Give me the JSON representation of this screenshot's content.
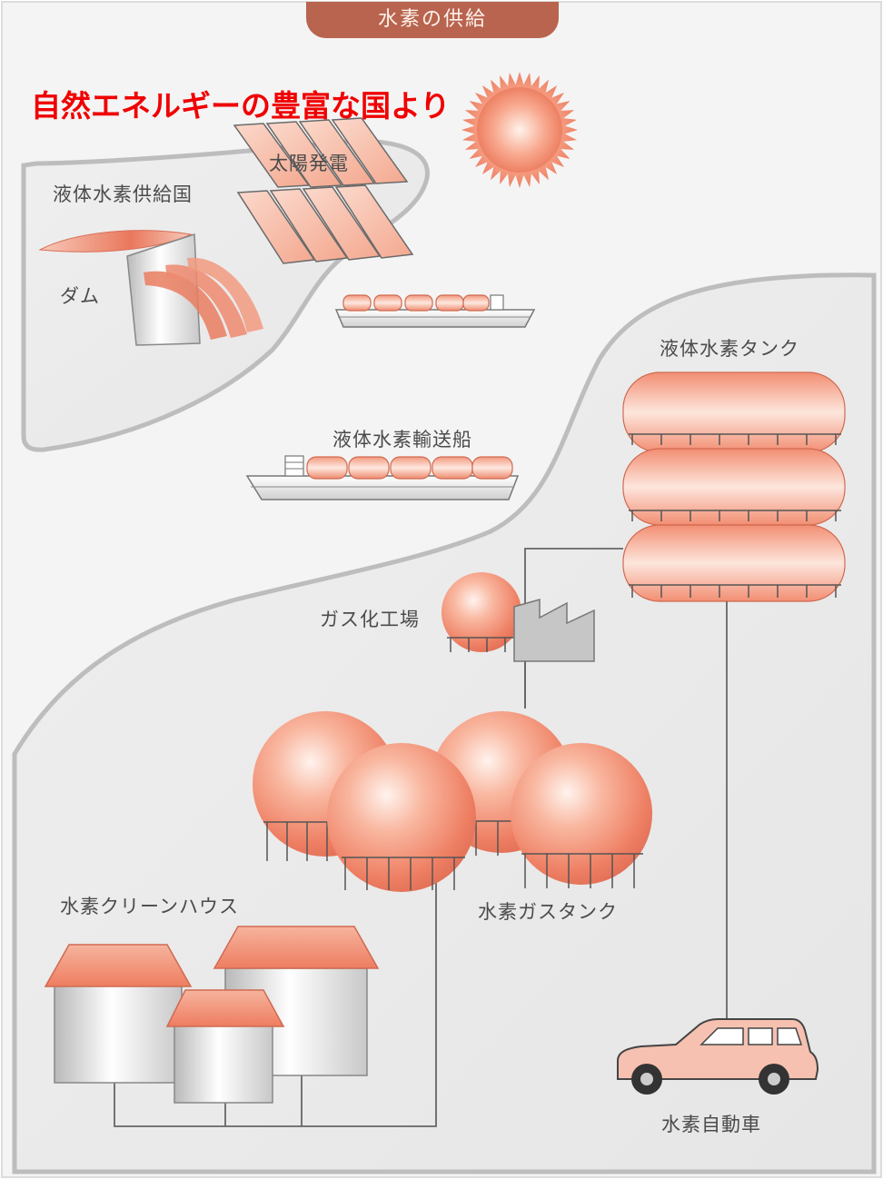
{
  "title": "水素の供給",
  "headline": "自然エネルギーの豊富な国より",
  "labels": {
    "supplier_country": "液体水素供給国",
    "solar_power": "太陽発電",
    "dam": "ダム",
    "lh2_tank": "液体水素タンク",
    "lh2_carrier": "液体水素輸送船",
    "gasification_plant": "ガス化工場",
    "h2_gas_tank": "水素ガスタンク",
    "clean_house": "水素クリーンハウス",
    "h2_car": "水素自動車"
  },
  "colors": {
    "accent_salmon": "#f08a6e",
    "headline_red": "#f00000",
    "land_gray": "#ececec",
    "pill_brown": "#b8644f"
  }
}
